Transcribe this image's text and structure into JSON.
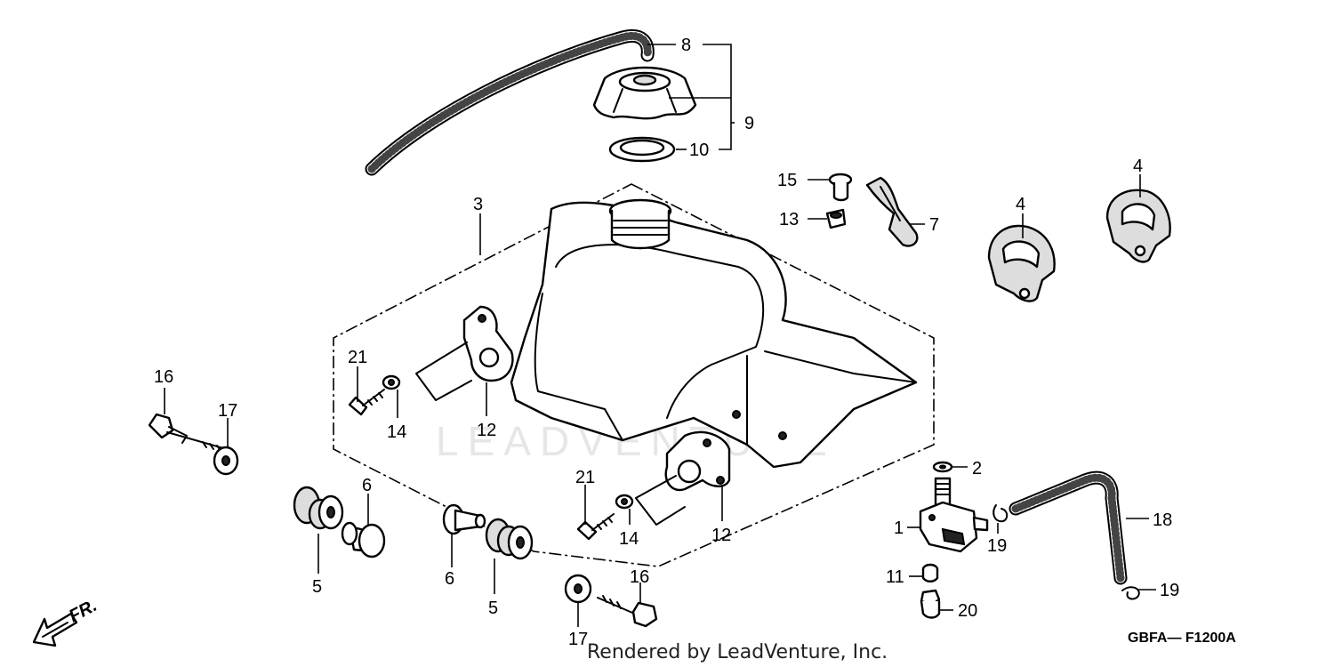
{
  "diagram": {
    "watermark": "LEADVENTURE",
    "footer": "Rendered by LeadVenture, Inc.",
    "diagram_code": "GBFA— F1200A",
    "direction": "FR.",
    "callouts": [
      {
        "id": "c1",
        "label": "1"
      },
      {
        "id": "c2",
        "label": "2"
      },
      {
        "id": "c3",
        "label": "3"
      },
      {
        "id": "c4a",
        "label": "4"
      },
      {
        "id": "c4b",
        "label": "4"
      },
      {
        "id": "c5a",
        "label": "5"
      },
      {
        "id": "c5b",
        "label": "5"
      },
      {
        "id": "c6a",
        "label": "6"
      },
      {
        "id": "c6b",
        "label": "6"
      },
      {
        "id": "c7",
        "label": "7"
      },
      {
        "id": "c8",
        "label": "8"
      },
      {
        "id": "c9",
        "label": "9"
      },
      {
        "id": "c10",
        "label": "10"
      },
      {
        "id": "c11",
        "label": "11"
      },
      {
        "id": "c12a",
        "label": "12"
      },
      {
        "id": "c12b",
        "label": "12"
      },
      {
        "id": "c13",
        "label": "13"
      },
      {
        "id": "c14a",
        "label": "14"
      },
      {
        "id": "c14b",
        "label": "14"
      },
      {
        "id": "c15",
        "label": "15"
      },
      {
        "id": "c16a",
        "label": "16"
      },
      {
        "id": "c16b",
        "label": "16"
      },
      {
        "id": "c17a",
        "label": "17"
      },
      {
        "id": "c17b",
        "label": "17"
      },
      {
        "id": "c18",
        "label": "18"
      },
      {
        "id": "c19a",
        "label": "19"
      },
      {
        "id": "c19b",
        "label": "19"
      },
      {
        "id": "c20",
        "label": "20"
      },
      {
        "id": "c21a",
        "label": "21"
      },
      {
        "id": "c21b",
        "label": "21"
      }
    ]
  }
}
